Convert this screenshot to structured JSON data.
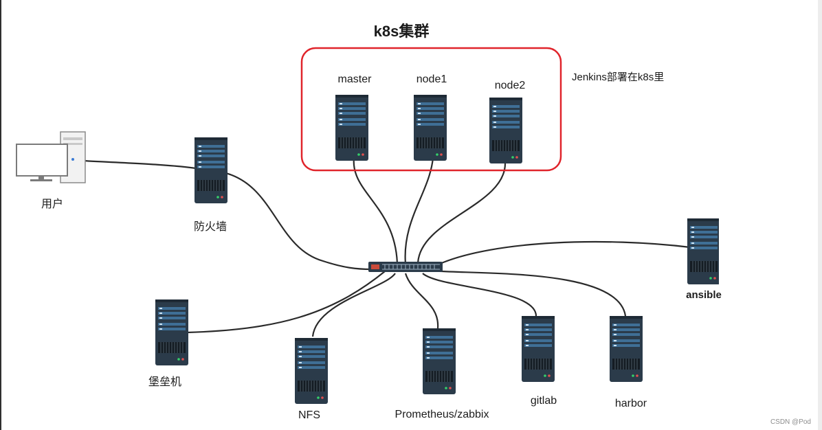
{
  "title": "k8s集群",
  "note": "Jenkins部署在k8s里",
  "cluster_nodes": [
    "master",
    "node1",
    "node2"
  ],
  "user_label": "用户",
  "firewall_label": "防火墙",
  "bastion_label": "堡垒机",
  "nfs_label": "NFS",
  "prometheus_label": "Prometheus/zabbix",
  "gitlab_label": "gitlab",
  "harbor_label": "harbor",
  "ansible_label": "ansible",
  "watermark": "CSDN @Pod",
  "colors": {
    "cluster_border": "#e0242b",
    "server_body": "#2b3b4a",
    "server_panel": "#3f6f96",
    "cable": "#2a2a2a",
    "led": "#35d06a"
  },
  "icons": [
    "desktop-computer-icon",
    "server-icon",
    "network-switch-icon"
  ]
}
